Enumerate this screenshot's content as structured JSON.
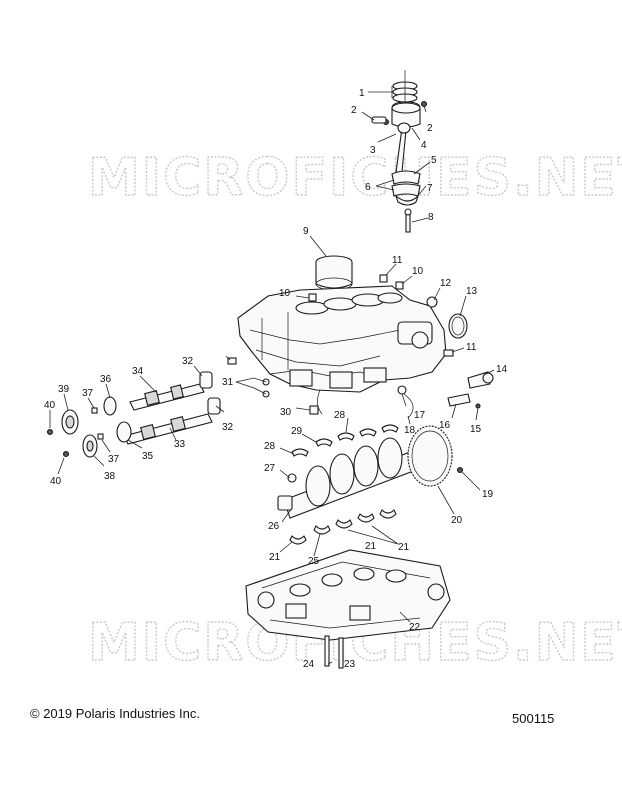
{
  "watermark": "MICROFICHES.NET",
  "copyright": "© 2019 Polaris Industries Inc.",
  "diagram_id": "500115",
  "callouts": [
    "1",
    "2",
    "2",
    "3",
    "4",
    "5",
    "6",
    "7",
    "8",
    "9",
    "10",
    "10",
    "11",
    "11",
    "12",
    "13",
    "14",
    "15",
    "16",
    "17",
    "18",
    "19",
    "20",
    "21",
    "21",
    "21",
    "22",
    "23",
    "24",
    "25",
    "26",
    "27",
    "28",
    "28",
    "29",
    "30",
    "31",
    "32",
    "32",
    "33",
    "34",
    "35",
    "36",
    "37",
    "37",
    "38",
    "39",
    "40",
    "40"
  ]
}
